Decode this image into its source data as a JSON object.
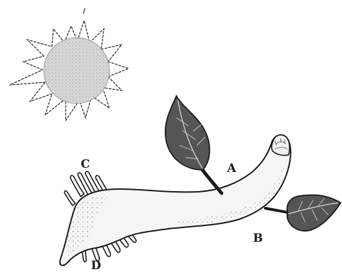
{
  "labels": {
    "a": "A",
    "b": "B",
    "c": "C",
    "d": "D"
  },
  "colors": {
    "sun_fill": "#d4d4d4",
    "leaf_fill": "#555555",
    "stem_fill": "#f4f4f4",
    "outline": "#1a1a1a"
  }
}
